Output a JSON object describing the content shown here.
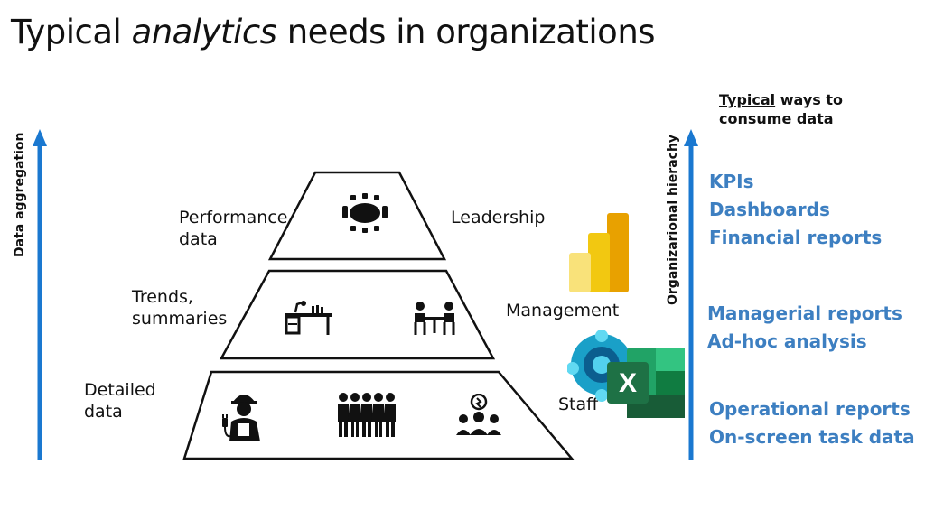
{
  "title": {
    "pre": "Typical ",
    "em": "analytics",
    "post": " needs in organizations"
  },
  "axis_left": "Data aggregation",
  "axis_right": "Organizarional hierachy",
  "ways_header": {
    "underlined": "Typical",
    "rest_line1": " ways to",
    "line2": "consume data"
  },
  "levels": {
    "top": {
      "data_label_1": "Performance",
      "data_label_2": "data",
      "role": "Leadership"
    },
    "middle": {
      "data_label_1": "Trends,",
      "data_label_2": "summaries",
      "role": "Management"
    },
    "bottom": {
      "data_label_1": "Detailed",
      "data_label_2": "data",
      "role": "Staff"
    }
  },
  "consumption": {
    "top": [
      "KPIs",
      "Dashboards",
      "Financial reports"
    ],
    "middle": [
      "Managerial reports",
      "Ad-hoc analysis"
    ],
    "bottom": [
      "Operational reports",
      "On-screen task data"
    ]
  },
  "app_icons": {
    "excel_letter": "X"
  },
  "colors": {
    "arrow": "#1a78d0",
    "consume_text": "#3d7fc1",
    "excel_green": "#1e7145",
    "powerbi_yellow": "#f2c811",
    "dynamics_teal": "#1aa0c8"
  }
}
